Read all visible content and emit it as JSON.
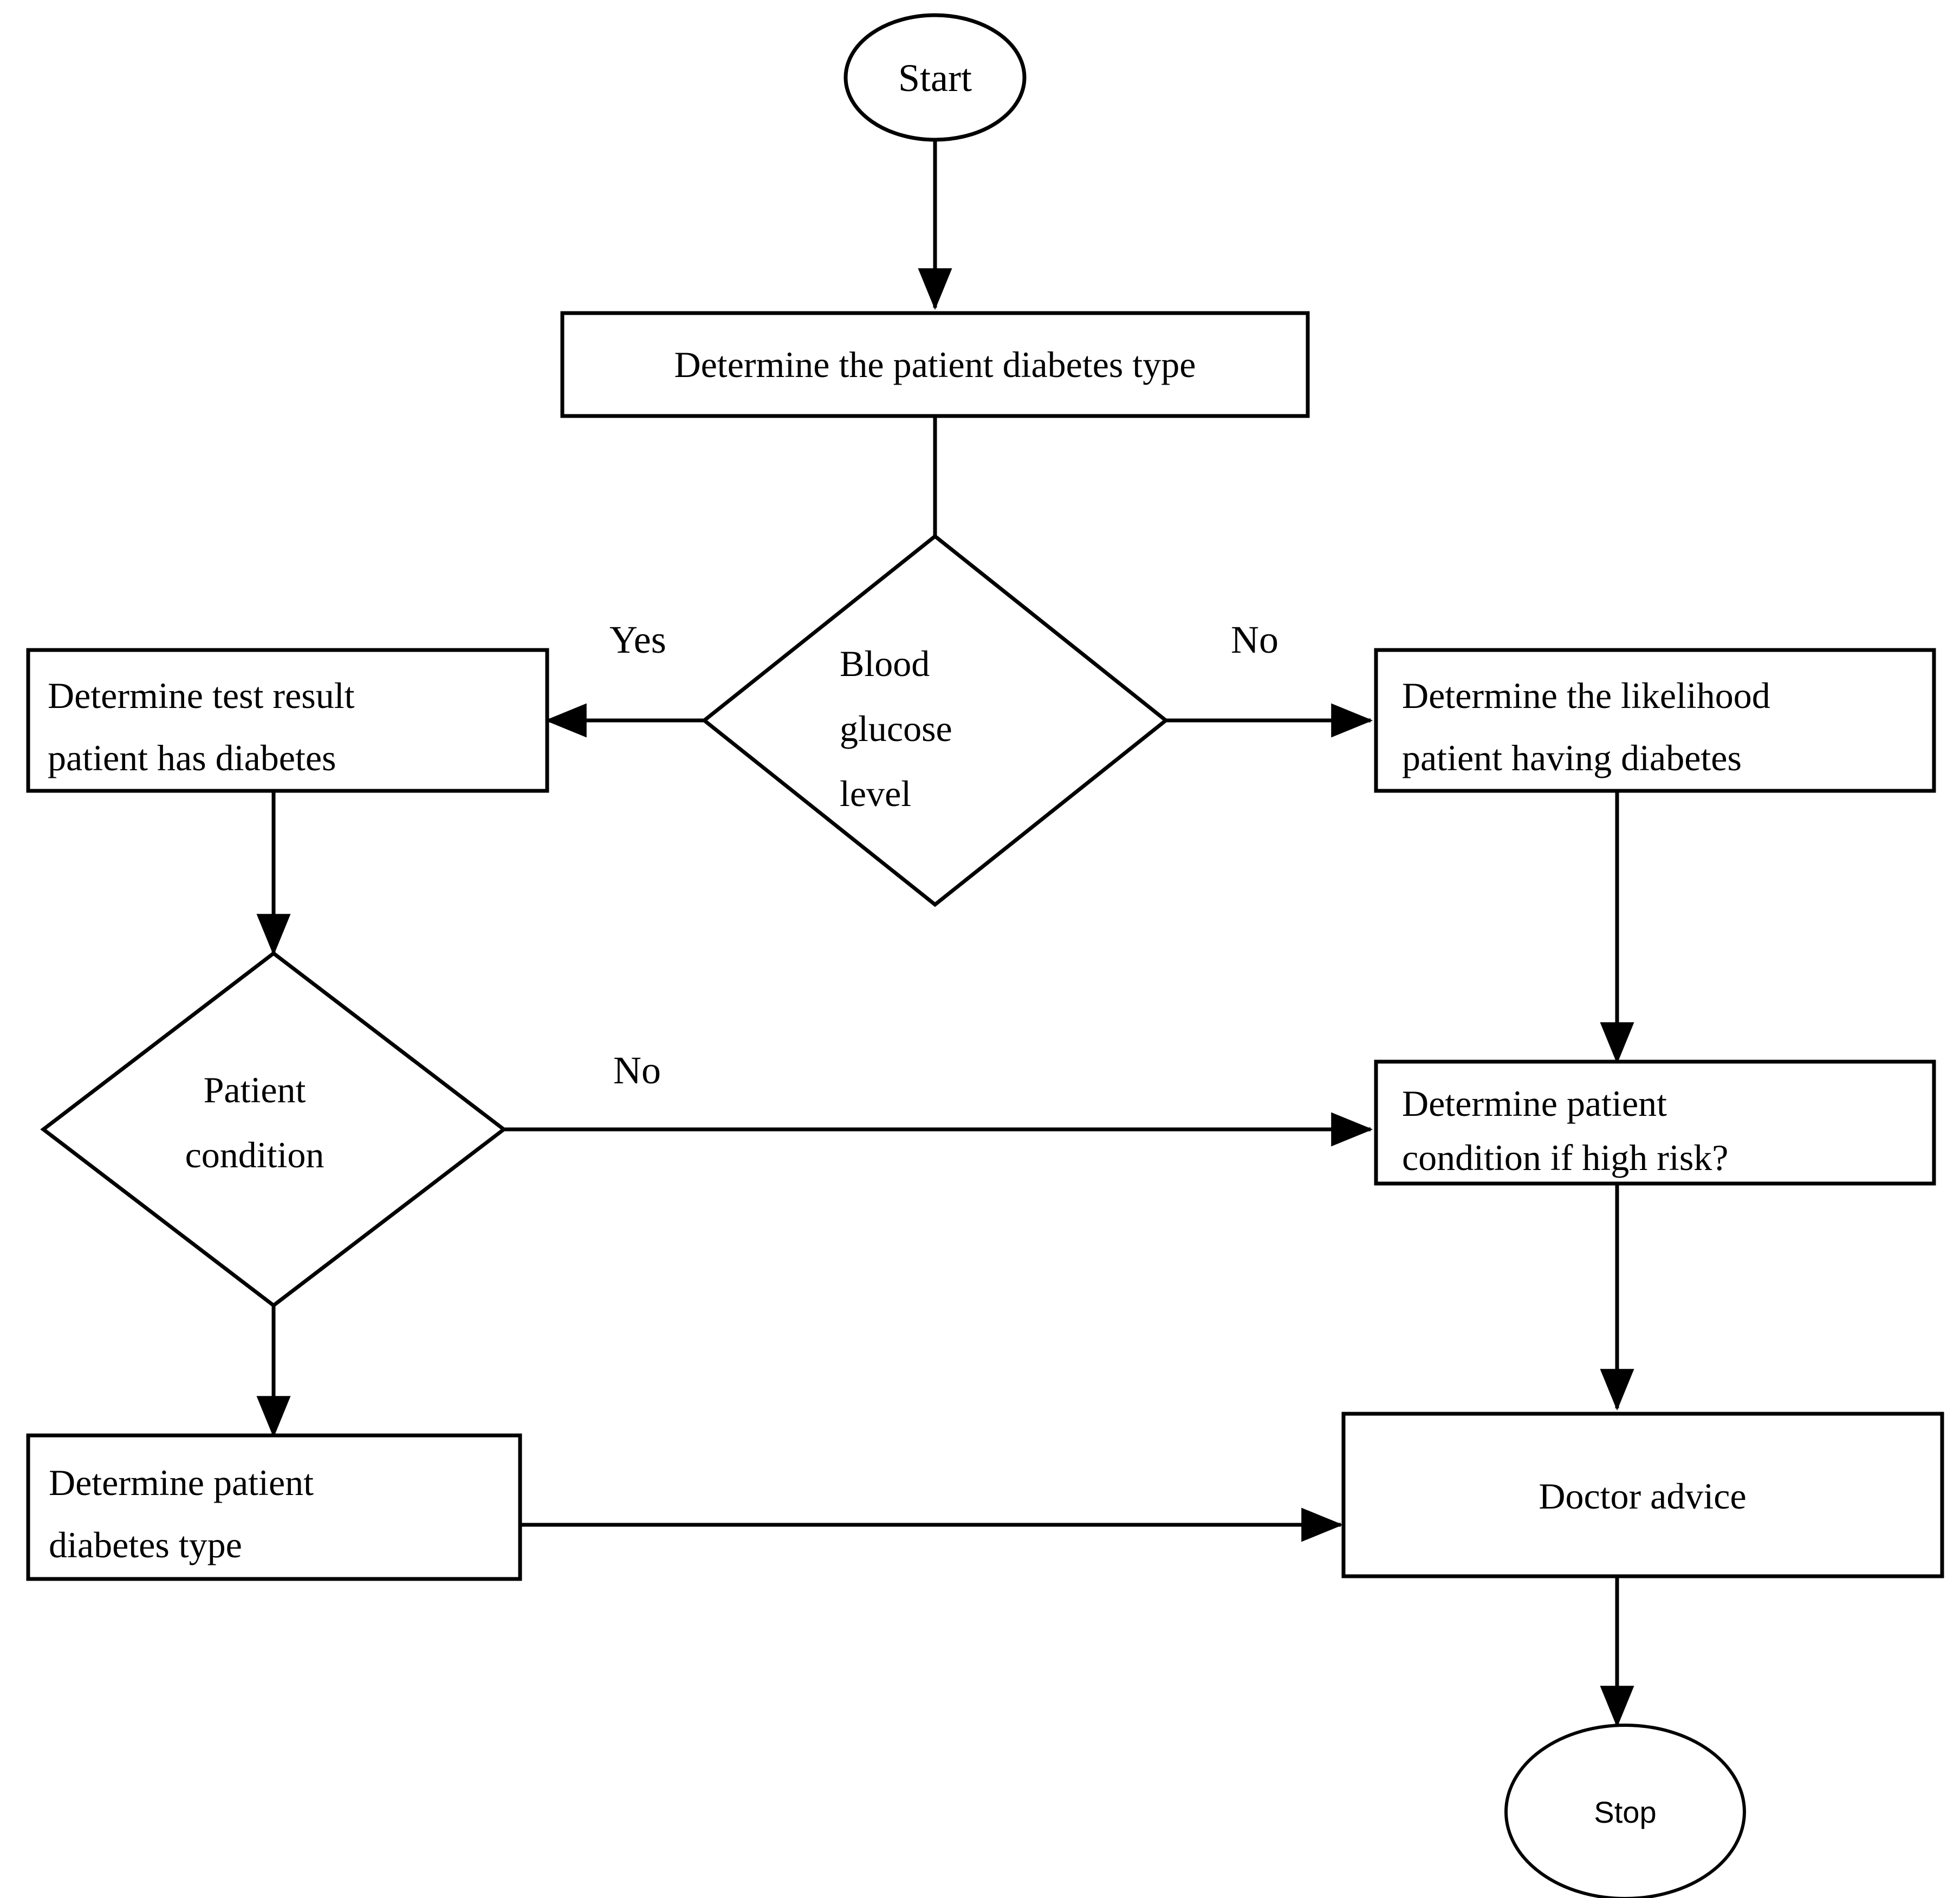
{
  "diagram": {
    "type": "flowchart",
    "title": "Diabetes diagnosis decision flowchart",
    "background_color": "#ffffff",
    "line_color": "#000000",
    "text_color": "#000000"
  },
  "nodes": {
    "start": {
      "shape": "ellipse",
      "label": "Start"
    },
    "determine_type": {
      "shape": "process",
      "label": "Determine the patient diabetes type"
    },
    "blood_glucose": {
      "shape": "decision",
      "line1": "Blood",
      "line2": "glucose",
      "line3": "level"
    },
    "test_result": {
      "shape": "process",
      "line1": "Determine test result",
      "line2": "patient has diabetes"
    },
    "likelihood": {
      "shape": "process",
      "line1": "Determine the likelihood",
      "line2": "patient having diabetes"
    },
    "patient_condition": {
      "shape": "decision",
      "line1": "Patient",
      "line2": "condition"
    },
    "high_risk": {
      "shape": "process",
      "line1": "Determine patient",
      "line2": "condition if high risk?"
    },
    "patient_diabetes_type": {
      "shape": "process",
      "line1": "Determine patient",
      "line2": "diabetes type"
    },
    "doctor_advice": {
      "shape": "process",
      "label": "Doctor advice"
    },
    "stop": {
      "shape": "ellipse",
      "label": "Stop"
    }
  },
  "edge_labels": {
    "glucose_yes": "Yes",
    "glucose_no": "No",
    "condition_no": "No"
  },
  "edges": [
    {
      "from": "start",
      "to": "determine_type",
      "label": ""
    },
    {
      "from": "determine_type",
      "to": "blood_glucose",
      "label": ""
    },
    {
      "from": "blood_glucose",
      "to": "test_result",
      "label": "Yes"
    },
    {
      "from": "blood_glucose",
      "to": "likelihood",
      "label": "No"
    },
    {
      "from": "test_result",
      "to": "patient_condition",
      "label": ""
    },
    {
      "from": "likelihood",
      "to": "high_risk",
      "label": ""
    },
    {
      "from": "patient_condition",
      "to": "high_risk",
      "label": "No"
    },
    {
      "from": "patient_condition",
      "to": "patient_diabetes_type",
      "label": ""
    },
    {
      "from": "high_risk",
      "to": "doctor_advice",
      "label": ""
    },
    {
      "from": "patient_diabetes_type",
      "to": "doctor_advice",
      "label": ""
    },
    {
      "from": "doctor_advice",
      "to": "stop",
      "label": ""
    }
  ]
}
